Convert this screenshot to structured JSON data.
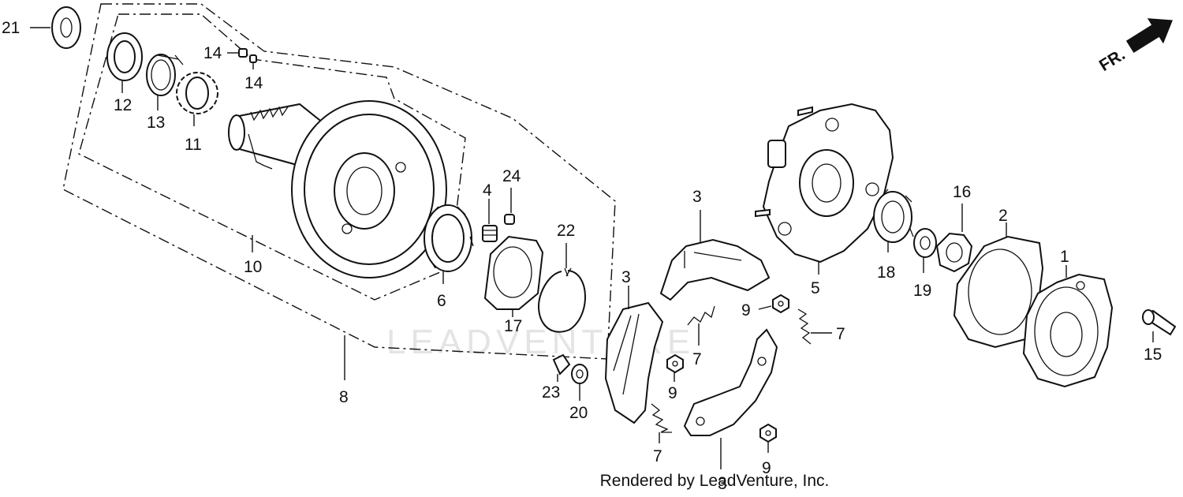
{
  "diagram": {
    "labels": {
      "p21": "21",
      "p12": "12",
      "p13": "13",
      "p14a": "14",
      "p14b": "14",
      "p11": "11",
      "p10": "10",
      "p8": "8",
      "p4": "4",
      "p24": "24",
      "p6": "6",
      "p22": "22",
      "p17": "17",
      "p23": "23",
      "p20": "20",
      "p3a": "3",
      "p3b": "3",
      "p3c": "3",
      "p7a": "7",
      "p7b": "7",
      "p7c": "7",
      "p9a": "9",
      "p9b": "9",
      "p9c": "9",
      "p5": "5",
      "p18": "18",
      "p19": "19",
      "p16": "16",
      "p2": "2",
      "p1": "1",
      "p15": "15"
    },
    "direction_label": "FR.",
    "watermark": "LEADVENTURE"
  },
  "footer": {
    "credit": "Rendered by LeadVenture, Inc."
  }
}
